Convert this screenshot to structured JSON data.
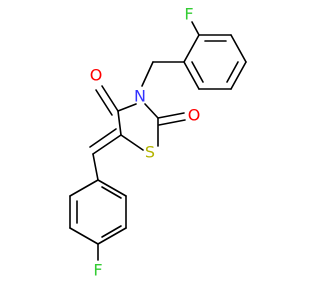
{
  "molecule": {
    "atoms": {
      "fluorine_top": "F",
      "nitrogen": "N",
      "oxygen_c4": "O",
      "oxygen_c2": "O",
      "sulfur": "S",
      "fluorine_bottom": "F"
    },
    "colors": {
      "bond": "#000000",
      "fluorine": "#33cc33",
      "nitrogen": "#3333ff",
      "oxygen": "#ff0000",
      "sulfur": "#b3b300"
    }
  }
}
